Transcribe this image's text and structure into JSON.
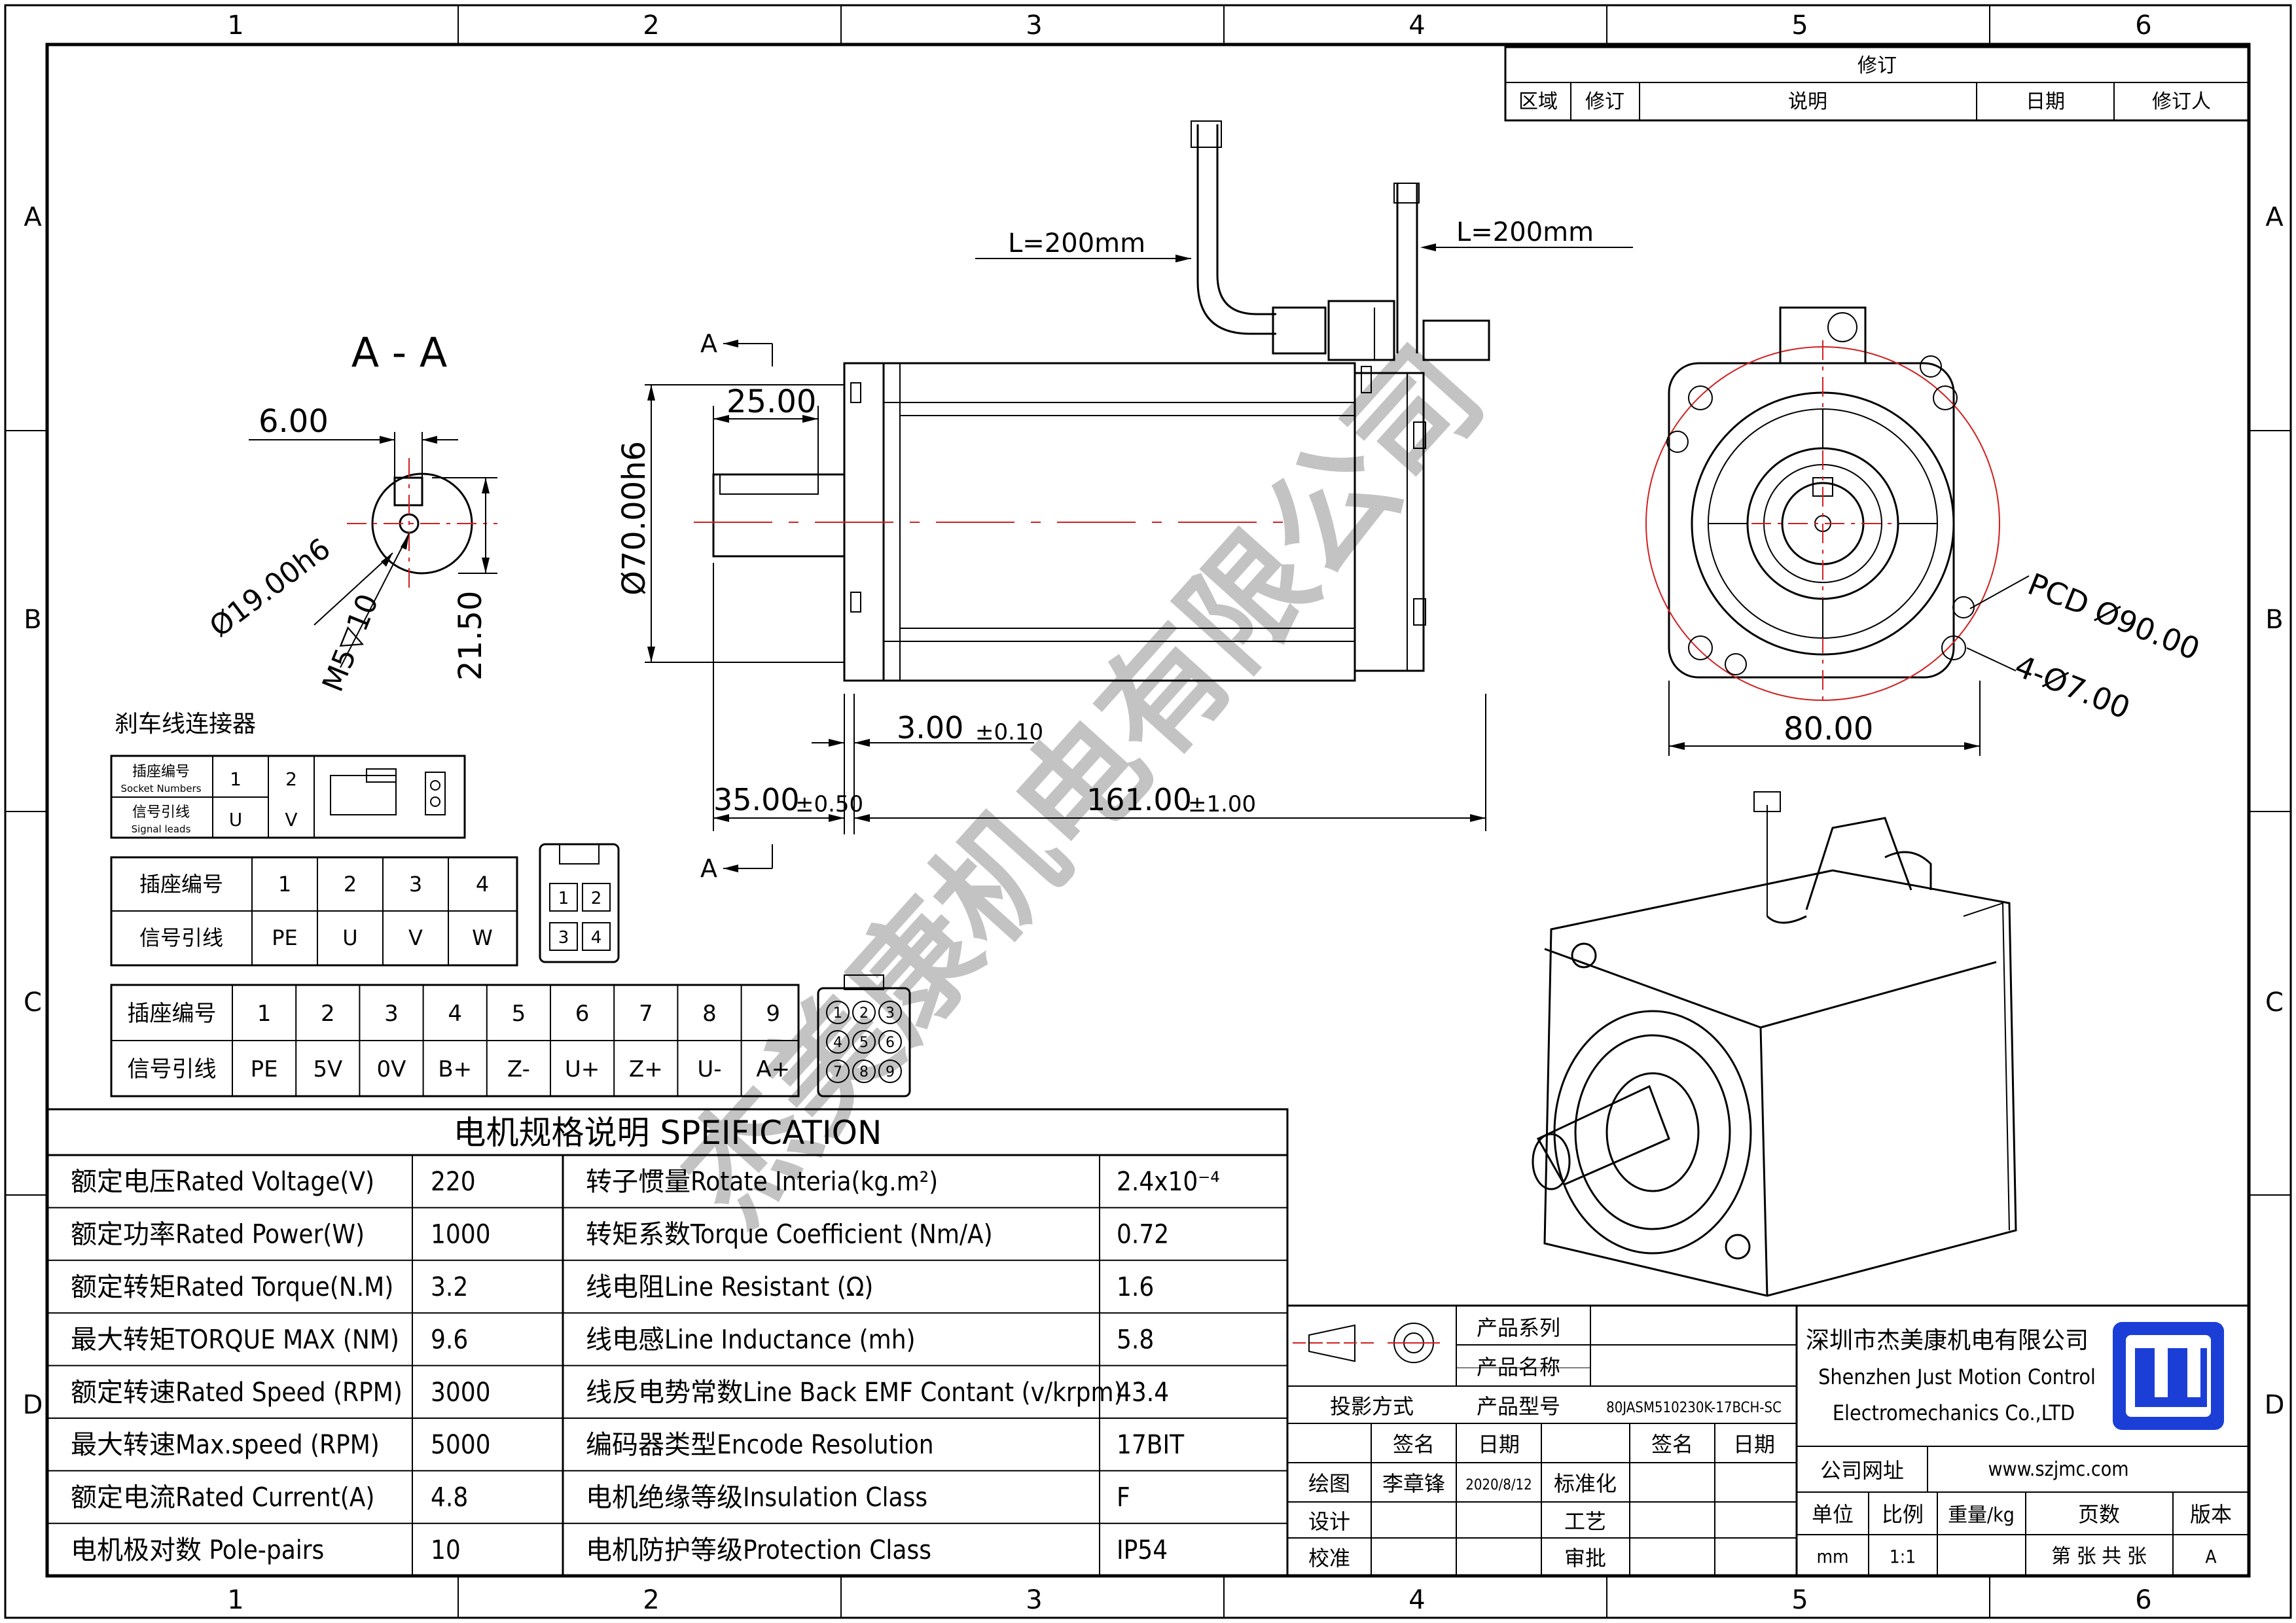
{
  "zones": {
    "cols": [
      "1",
      "2",
      "3",
      "4",
      "5",
      "6"
    ],
    "rows": [
      "A",
      "B",
      "C",
      "D"
    ]
  },
  "revision": {
    "title": "修订",
    "headers": [
      "区域",
      "修订",
      "说明",
      "日期",
      "修订人"
    ]
  },
  "section_view": {
    "title": "A - A",
    "width": "6.00",
    "dia": "Ø19.00h6",
    "thread": "M5▽10",
    "height": "21.50"
  },
  "side_view": {
    "cable1": "L=200mm",
    "cable2": "L=200mm",
    "section_mark": "A",
    "shaft_len": "25.00",
    "body_dia": "Ø70.00h6",
    "flange": "3.00",
    "flange_tol": "±0.10",
    "shaft_ext": "35.00",
    "shaft_ext_tol": "±0.50",
    "length": "161.00",
    "length_tol": "±1.00"
  },
  "front_view": {
    "pcd": "PCD Ø90.00",
    "holes": "4-Ø7.00",
    "width": "80.00"
  },
  "brake": {
    "title": "刹车线连接器",
    "h1": "插座编号",
    "h1_en": "Socket Numbers",
    "h2": "信号引线",
    "h2_en": "Signal leads",
    "sockets": [
      "1",
      "2"
    ],
    "leads": [
      "U",
      "V"
    ]
  },
  "power_conn": {
    "h1": "插座编号",
    "h2": "信号引线",
    "sockets": [
      "1",
      "2",
      "3",
      "4"
    ],
    "leads": [
      "PE",
      "U",
      "V",
      "W"
    ]
  },
  "encoder_conn": {
    "h1": "插座编号",
    "h2": "信号引线",
    "sockets": [
      "1",
      "2",
      "3",
      "4",
      "5",
      "6",
      "7",
      "8",
      "9"
    ],
    "leads": [
      "PE",
      "5V",
      "0V",
      "B+",
      "Z-",
      "U+",
      "Z+",
      "U-",
      "A+"
    ]
  },
  "spec": {
    "title": "电机规格说明 SPEIFICATION",
    "rows": [
      {
        "l": "额定电压Rated Voltage(V)",
        "lv": "220",
        "r": "转子惯量Rotate Interia(kg.m²)",
        "rv": "2.4x10⁻⁴"
      },
      {
        "l": "额定功率Rated Power(W)",
        "lv": "1000",
        "r": "转矩系数Torque Coefficient (Nm/A)",
        "rv": "0.72"
      },
      {
        "l": "额定转矩Rated Torque(N.M)",
        "lv": "3.2",
        "r": "线电阻Line Resistant (Ω)",
        "rv": "1.6"
      },
      {
        "l": "最大转矩TORQUE MAX (NM)",
        "lv": "9.6",
        "r": "线电感Line Inductance (mh)",
        "rv": "5.8"
      },
      {
        "l": "额定转速Rated Speed (RPM)",
        "lv": "3000",
        "r": "线反电势常数Line Back EMF Contant (v/krpm)",
        "rv": "43.4"
      },
      {
        "l": "最大转速Max.speed (RPM)",
        "lv": "5000",
        "r": "编码器类型Encode Resolution",
        "rv": "17BIT"
      },
      {
        "l": "额定电流Rated Current(A)",
        "lv": "4.8",
        "r": "电机绝缘等级Insulation Class",
        "rv": "F"
      },
      {
        "l": "电机极对数 Pole-pairs",
        "lv": "10",
        "r": "电机防护等级Protection Class",
        "rv": "IP54"
      }
    ]
  },
  "titleblock": {
    "series": "产品系列",
    "name": "产品名称",
    "model_label": "产品型号",
    "model": "80JASM510230K-17BCH-SC",
    "projection": "投影方式",
    "sign": "签名",
    "date": "日期",
    "draw": "绘图",
    "drawer": "李章锋",
    "draw_date": "2020/8/12",
    "std": "标准化",
    "design": "设计",
    "craft": "工艺",
    "check": "校准",
    "approve": "审批",
    "company_cn": "深圳市杰美康机电有限公司",
    "company_en1": "Shenzhen Just Motion Control",
    "company_en2": "Electromechanics Co.,LTD",
    "web_label": "公司网址",
    "web": "www.szjmc.com",
    "unit": "单位",
    "scale": "比例",
    "weight": "重量/kg",
    "pages": "页数",
    "version": "版本",
    "unit_v": "mm",
    "scale_v": "1:1",
    "pages_v": "第 张 共 张",
    "version_v": "A"
  },
  "watermark": "杰美康机电有限公司"
}
